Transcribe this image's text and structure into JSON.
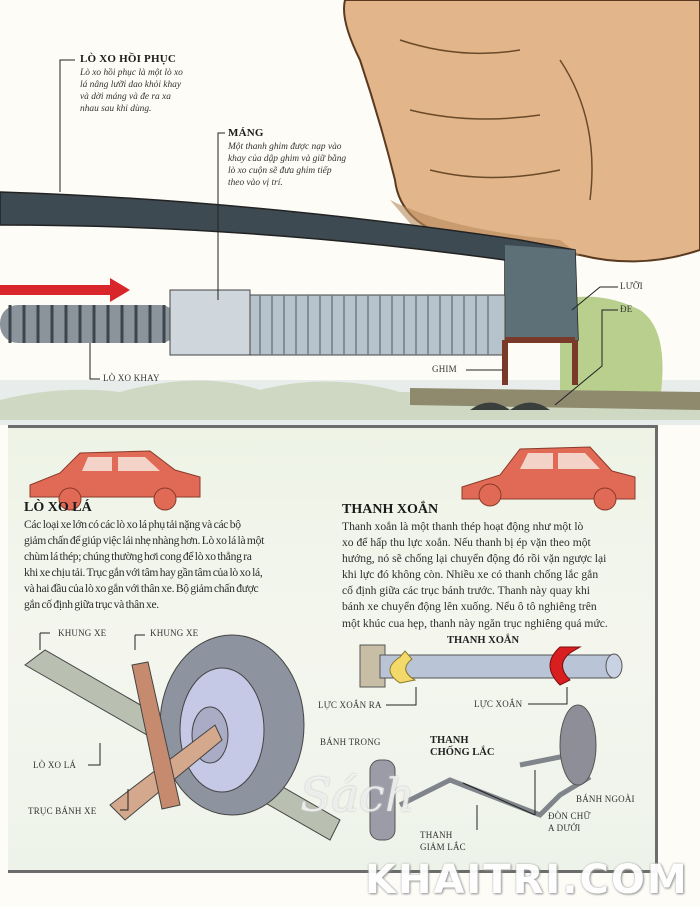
{
  "stapler_illustration": {
    "recoil_spring": {
      "title": "LÒ XO HỒI PHỤC",
      "lines": [
        "Lò xo hồi phục là một lò xo",
        "lá nâng lưỡi dao khỏi khay",
        "và dời máng và đe ra xa",
        "nhau sau khi dùng."
      ]
    },
    "magazine": {
      "title": "MÁNG",
      "lines": [
        "Một thanh ghim được nạp vào",
        "khay của dập ghim và giữ bằng",
        "lò xo cuộn sẽ đưa ghim tiếp",
        "theo vào vị trí."
      ]
    },
    "labels": {
      "blade": "LƯỠI",
      "anvil": "ĐE",
      "staple": "GHIM",
      "tray_spring": "LÒ XO KHAY"
    }
  },
  "leaf_spring": {
    "title": "LÒ XO LÁ",
    "lines": [
      "Các loại xe lớn có các lò xo lá phụ tải nặng và các bộ",
      "giảm chấn để giúp việc lái nhẹ nhàng hơn. Lò xo lá là một",
      "chùm lá thép; chúng thường hơi cong để lò xo thẳng ra",
      "khi xe chịu tải. Trục gắn với tâm hay gần tâm của lò xo lá,",
      "và hai đầu của lò xo gắn với thân xe. Bộ giảm chấn được",
      "gắn cố định giữa trục và thân xe."
    ],
    "labels": {
      "frame1": "KHUNG XE",
      "frame2": "KHUNG XE",
      "leaf": "LÒ XO LÁ",
      "axle": "TRỤC BÁNH XE"
    }
  },
  "torsion_bar": {
    "title": "THANH XOẮN",
    "lines": [
      "Thanh xoắn là một thanh thép hoạt động như một lò",
      "xo để hấp thu lực xoắn. Nếu thanh bị ép vặn theo một",
      "hướng, nó sẽ chống lại chuyển động đó rồi vặn ngược lại",
      "khi lực đó không còn. Nhiều xe có thanh chống lắc gắn",
      "cố định giữa các trục bánh trước. Thanh này quay khi",
      "bánh xe chuyển động lên xuống. Nếu ô tô nghiêng trên",
      "một khúc cua hẹp, thanh này ngăn trục nghiêng quá mức."
    ],
    "diagram_title": "THANH XOẮN",
    "labels": {
      "twist_out": "LỰC XOẮN RA",
      "twist": "LỰC XOẮN",
      "inner_wheel": "BÁNH TRONG",
      "anti_roll_1": "THANH",
      "anti_roll_2": "CHỐNG LẮC",
      "outer_wheel": "BÁNH NGOÀI",
      "wishbone_1": "ĐÒN CHỮ",
      "wishbone_2": "A DƯỚI",
      "damper_1": "THANH",
      "damper_2": "GIẢM LẮC"
    }
  },
  "watermark": {
    "script": "Sách",
    "text": "KHAITRI.COM"
  },
  "colors": {
    "car": "#e06a55",
    "panel_bg": "#eef3e6",
    "arrow": "#d8262a",
    "twist_red": "#d81e1e",
    "twist_yellow": "#f3d86a"
  }
}
